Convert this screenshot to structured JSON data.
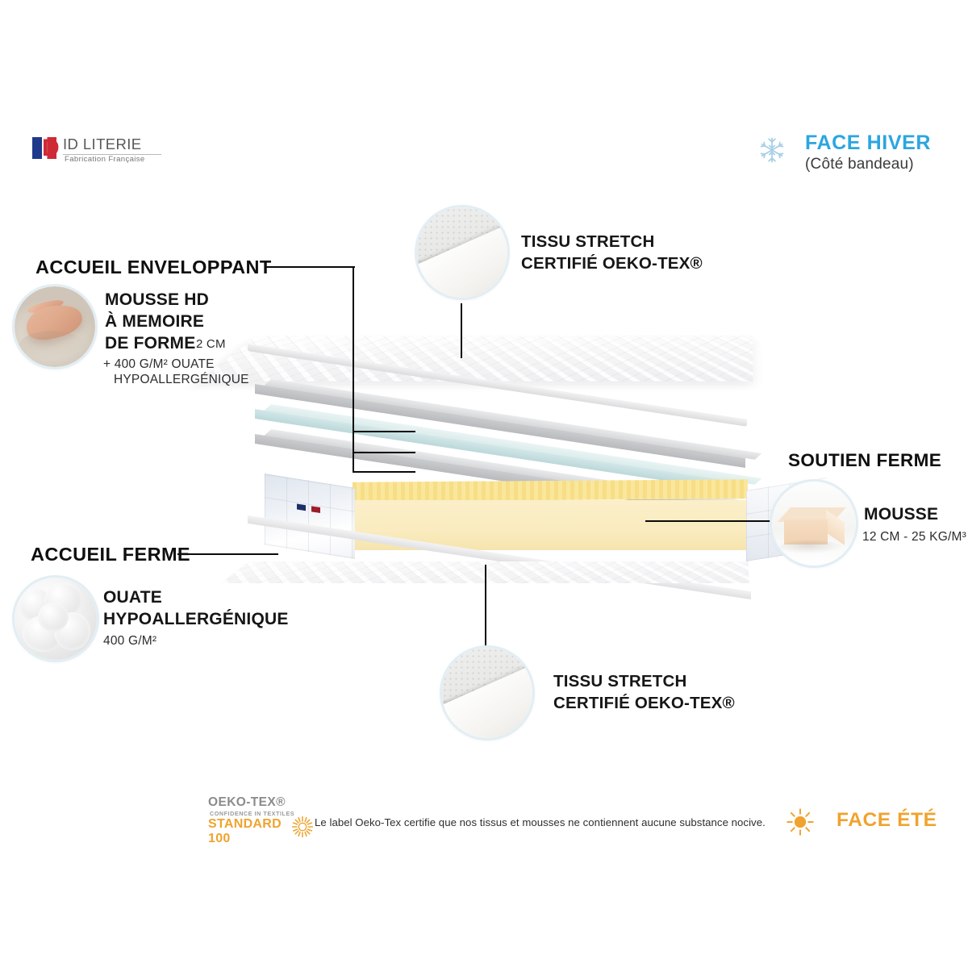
{
  "brand": {
    "name": "ID LITERIE",
    "tagline": "Fabrication Française",
    "flag_icon": "french-flag-icon"
  },
  "header_right": {
    "icon": "snowflake-icon",
    "title": "FACE HIVER",
    "subtitle": "(Côté bandeau)",
    "color": "#2ba6e0"
  },
  "callouts": {
    "accueil_enveloppant": {
      "heading": "ACCUEIL ENVELOPPANT",
      "line1": "MOUSSE HD",
      "line2": "À MEMOIRE",
      "line3_strong": "DE FORME",
      "line3_light": "2 CM",
      "line4": "+ 400 G/M² OUATE",
      "line5": "HYPOALLERGÉNIQUE",
      "thumb_icon": "memory-foam-hand-icon"
    },
    "tissu_stretch_top": {
      "line1": "TISSU STRETCH",
      "line2": "CERTIFIÉ OEKO-TEX®",
      "thumb_icon": "stretch-fabric-icon"
    },
    "soutien_ferme": {
      "heading": "SOUTIEN FERME",
      "line1": "MOUSSE",
      "line2": "12 CM - 25 KG/M³",
      "thumb_icon": "foam-block-icon"
    },
    "accueil_ferme": {
      "heading": "ACCUEIL FERME",
      "line1": "OUATE",
      "line2": "HYPOALLERGÉNIQUE",
      "line3": "400 G/M²",
      "thumb_icon": "wadding-fibre-icon"
    },
    "tissu_stretch_bottom": {
      "line1": "TISSU STRETCH",
      "line2": "CERTIFIÉ OEKO-TEX®",
      "thumb_icon": "stretch-fabric-icon"
    }
  },
  "footer": {
    "oeko_label": {
      "top": "OEKO-TEX®",
      "middle": "CONFIDENCE IN TEXTILES",
      "bottom": "STANDARD 100",
      "burst_icon": "oeko-tex-burst-icon",
      "accent": "#f0a32e"
    },
    "note": "Le label Oeko-Tex certifie que nos tissus et mousses ne contiennent aucune substance nocive.",
    "face_ete": {
      "icon": "sun-icon",
      "title": "FACE ÉTÉ",
      "color": "#f0a32e"
    }
  },
  "illustration": {
    "name": "mattress-cutaway-diagram",
    "layers": [
      {
        "name": "top-quilted-cover",
        "color": "#f7f7f8"
      },
      {
        "name": "thin-layer-grey-upper",
        "color": "#c9cacc"
      },
      {
        "name": "memory-foam-layer",
        "color": "#cde4e6"
      },
      {
        "name": "thin-layer-grey-lower",
        "color": "#c9cacc"
      },
      {
        "name": "foam-core",
        "color": "#fbefc9"
      },
      {
        "name": "side-band-left",
        "color": "#eef1f6"
      },
      {
        "name": "side-band-right",
        "color": "#f0f2f6"
      },
      {
        "name": "bottom-quilted-cover",
        "color": "#f0f0f2"
      }
    ]
  }
}
